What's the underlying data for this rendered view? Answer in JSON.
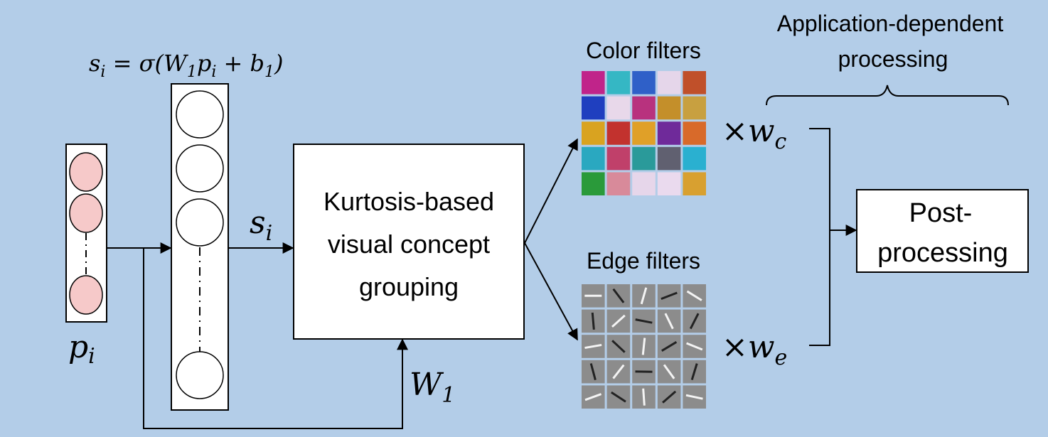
{
  "formula": {
    "lhs": "s",
    "lhs_sub": "i",
    "eq": " = σ(W",
    "w_sub": "1",
    "p": "p",
    "p_sub": "i",
    "plus": " + b",
    "b_sub": "1",
    "close": ")"
  },
  "input_label": {
    "main": "p",
    "sub": "i"
  },
  "hidden_output": {
    "main": "s",
    "sub": "i"
  },
  "weight_label": {
    "main": "W",
    "sub": "1"
  },
  "grouping_box": {
    "line1": "Kurtosis-based",
    "line2": "visual concept",
    "line3": "grouping"
  },
  "color_filters": {
    "title": "Color filters",
    "tiles": [
      "#c0248a",
      "#35b7c4",
      "#2f60c8",
      "#e5d6ea",
      "#c0502a",
      "#1f3fbf",
      "#e8d8ea",
      "#b8327e",
      "#c48f2a",
      "#c8a040",
      "#d9a320",
      "#c2322e",
      "#e0a028",
      "#6f2a9a",
      "#d86a2a",
      "#2aa8c0",
      "#c0406a",
      "#2a9a9a",
      "#606070",
      "#2ab0d0",
      "#2a9a3a",
      "#d88a9a",
      "#e6d6ea",
      "#eadaee",
      "#d8a030"
    ]
  },
  "edge_filters": {
    "title": "Edge filters",
    "tiles": 25
  },
  "weights": {
    "color": {
      "times": "×",
      "main": "w",
      "sub": "c"
    },
    "edge": {
      "times": "×",
      "main": "w",
      "sub": "e"
    }
  },
  "app_dependent": {
    "line1": "Application-dependent",
    "line2": "processing"
  },
  "post_box": {
    "line1": "Post-",
    "line2": "processing"
  }
}
